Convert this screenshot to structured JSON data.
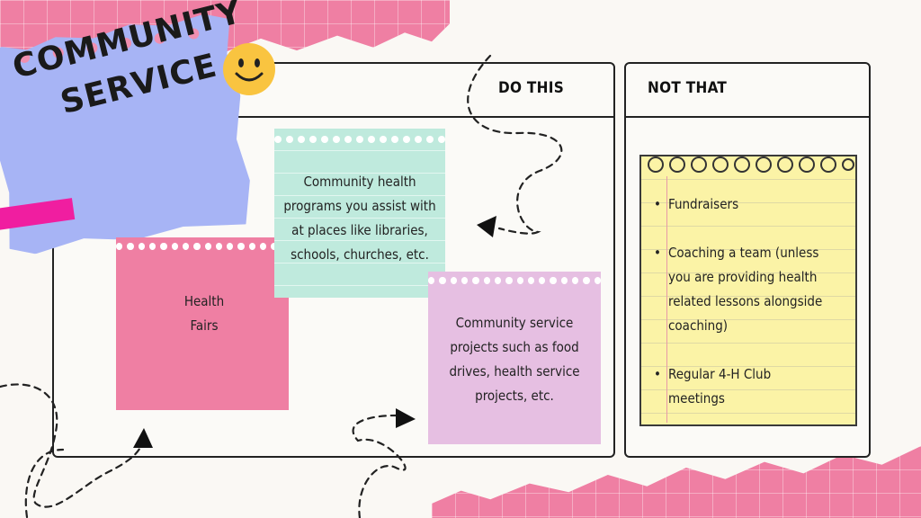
{
  "title": {
    "line1": "COMMUNITY",
    "line2": "SERVICE"
  },
  "columns": {
    "do_header": "DO THIS",
    "not_header": "NOT THAT"
  },
  "do_notes": {
    "health_fairs": "Health Fairs",
    "community_health": "Community health programs you assist with at places like libraries, schools, churches, etc.",
    "community_service": "Community service projects such as food drives, health service projects, etc."
  },
  "not_list": [
    "Fundraisers",
    "Coaching a team (unless you are providing health related lessons alongside coaching)",
    "Regular 4-H Club meetings"
  ],
  "colors": {
    "pink_note": "#ef7fa3",
    "mint_note": "#bfeadd",
    "lavender_note": "#e6bfe2",
    "title_card": "#a7b4f5",
    "yellow_pad": "#fbf3a6",
    "magenta_tape": "#f01ea0",
    "background": "#faf8f4"
  },
  "icons": [
    "smiley-face-icon",
    "dashed-arrow-icon",
    "notepad-rings-icon"
  ]
}
